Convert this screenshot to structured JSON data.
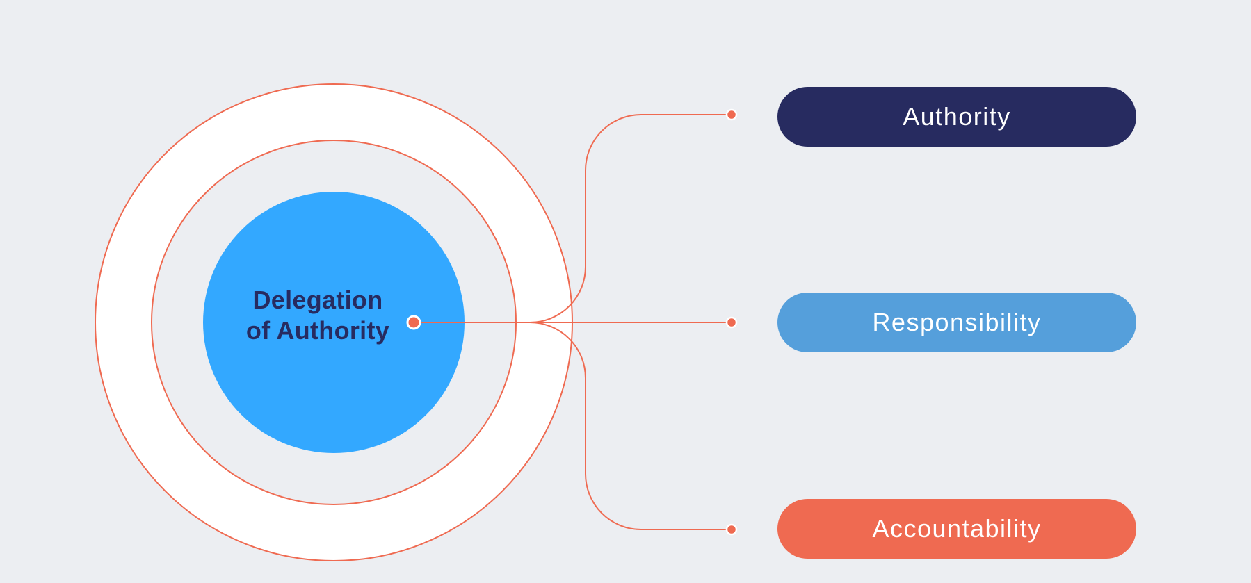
{
  "center": {
    "line1": "Delegation",
    "line2": "of Authority"
  },
  "items": [
    {
      "label": "Authority",
      "color": "#272b60"
    },
    {
      "label": "Responsibility",
      "color": "#559fdb"
    },
    {
      "label": "Accountability",
      "color": "#ef6a51"
    }
  ],
  "colors": {
    "background": "#eceef2",
    "core": "#33a8ff",
    "ring": "#ffffff",
    "connector": "#ef6a51",
    "title_text": "#272b60"
  }
}
